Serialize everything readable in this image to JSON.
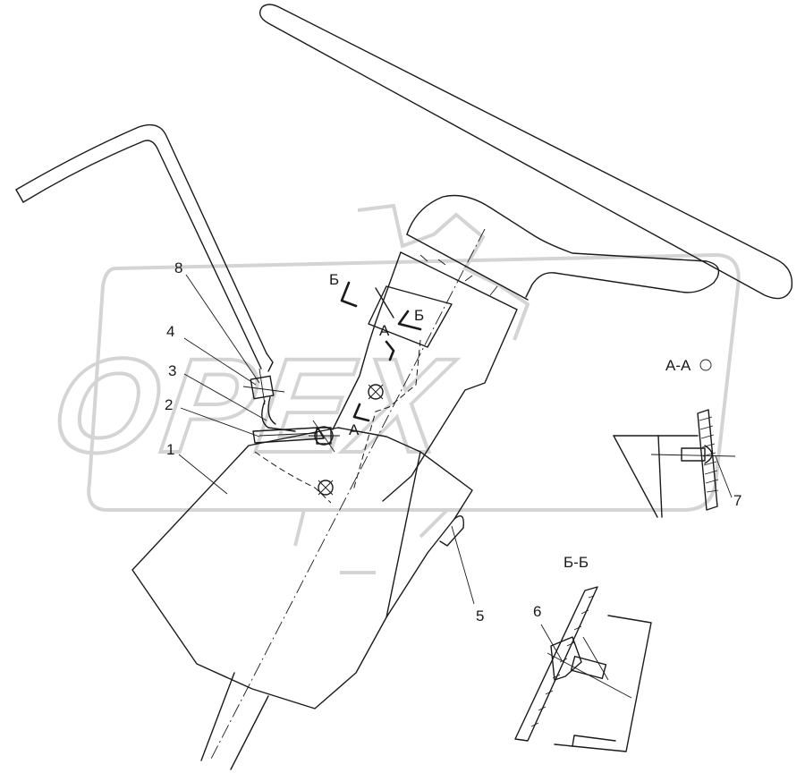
{
  "watermark": {
    "text": "OPEX"
  },
  "labels": {
    "part_1": "1",
    "part_2": "2",
    "part_3": "3",
    "part_4": "4",
    "part_5": "5",
    "part_6": "6",
    "part_7": "7",
    "part_8": "8",
    "cut_b_marker_top": "Б",
    "cut_b_marker_mid": "Б",
    "cut_a_marker_top": "А",
    "cut_a_marker_bottom": "А",
    "section_aa_title": "А-А",
    "section_bb_title": "Б-Б"
  }
}
